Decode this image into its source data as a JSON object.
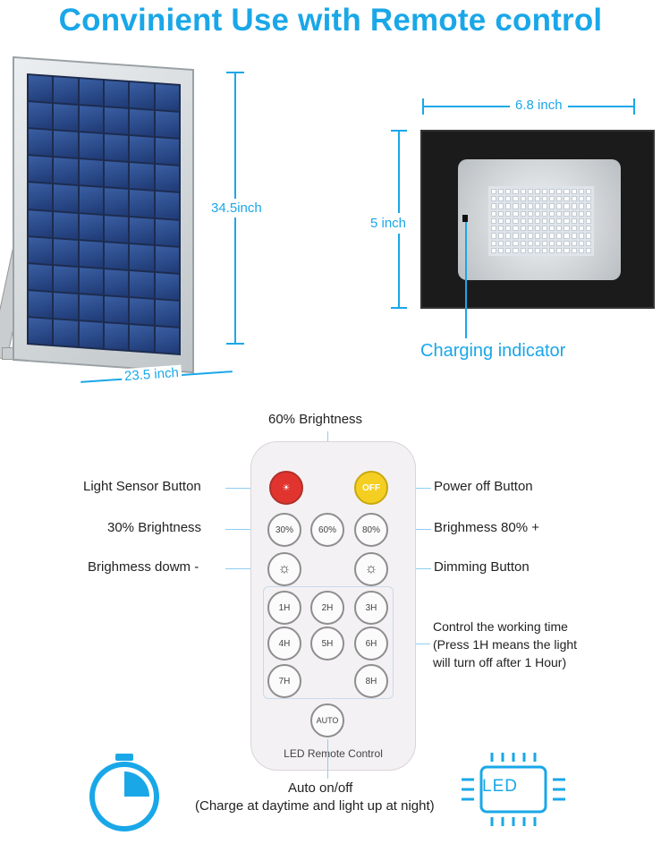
{
  "title": "Convinient Use with Remote control",
  "panel": {
    "height_label": "34.5inch",
    "width_label": "23.5 inch"
  },
  "light": {
    "width_label": "6.8 inch",
    "height_label": "5 inch",
    "charging_label": "Charging indicator"
  },
  "remote": {
    "top_label": "60% Brightness",
    "light_sensor": "Light Sensor Button",
    "power_off": "Power off Button",
    "b30": "30% Brightness",
    "b80": "Brighmess 80% +",
    "bdown": "Brighmess dowm -",
    "dimming": "Dimming Button",
    "timer_line1": "Control the working time",
    "timer_line2": "(Press 1H means the light",
    "timer_line3": "will turn off after 1 Hour)",
    "auto_line1": "Auto on/off",
    "auto_line2": "(Charge at daytime and light up at night)",
    "device_label": "LED Remote Control",
    "buttons": {
      "off": "OFF",
      "p30": "30%",
      "p60": "60%",
      "p80": "80%",
      "h1": "1H",
      "h2": "2H",
      "h3": "3H",
      "h4": "4H",
      "h5": "5H",
      "h6": "6H",
      "h7": "7H",
      "h8": "8H",
      "auto": "AUTO"
    }
  },
  "led_badge": "LED",
  "colors": {
    "accent": "#1aa7e8",
    "red_button": "#e2342f",
    "yellow_button": "#f4cf22"
  },
  "icons": [
    "timer-icon",
    "led-chip-icon",
    "sun-icon"
  ]
}
